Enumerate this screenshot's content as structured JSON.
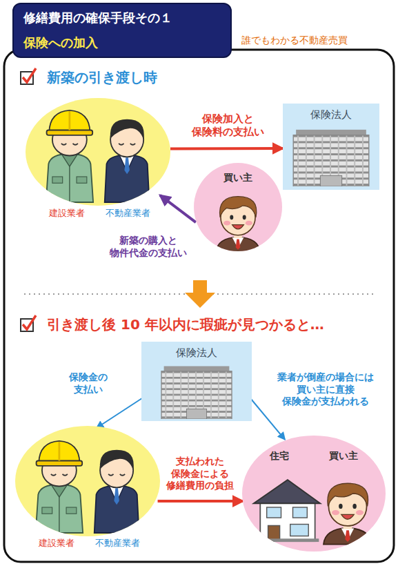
{
  "diagram": {
    "nodes": [
      {
        "text": [
          "修繕費用の確保手段その１",
          "保険への加入"
        ]
      },
      {
        "text": [
          "建設業者",
          "不動産業者"
        ]
      },
      {
        "text": [
          "保険法人"
        ]
      },
      {
        "text": [
          "買い主"
        ]
      },
      {
        "text": [
          "保険法人"
        ]
      },
      {
        "text": [
          "建設業者",
          "不動産業者"
        ]
      },
      {
        "text": [
          "住宅",
          "買い主"
        ]
      }
    ],
    "edges": [
      {
        "from": 1,
        "to": 2,
        "arrow": "to",
        "label": "保険加入と 保険料の支払い"
      },
      {
        "from": 3,
        "to": 1,
        "arrow": "to",
        "label": "新築の購入と 物件代金の支払い"
      },
      {
        "from": 4,
        "to": 5,
        "arrow": "to",
        "label": "保険金の 支払い"
      },
      {
        "from": 4,
        "to": 6,
        "arrow": "to",
        "label": "業者が倒産の場合には 買い主に直接 保険金が支払われる"
      },
      {
        "from": 5,
        "to": 6,
        "arrow": "to",
        "label": "支払われた 保険金による 修繕費用の負担"
      }
    ],
    "labels": [
      "誰でもわかる不動産売買",
      "新築の引き渡し時",
      "引き渡し後 10 年以内に瑕疵が見つかると…"
    ]
  }
}
